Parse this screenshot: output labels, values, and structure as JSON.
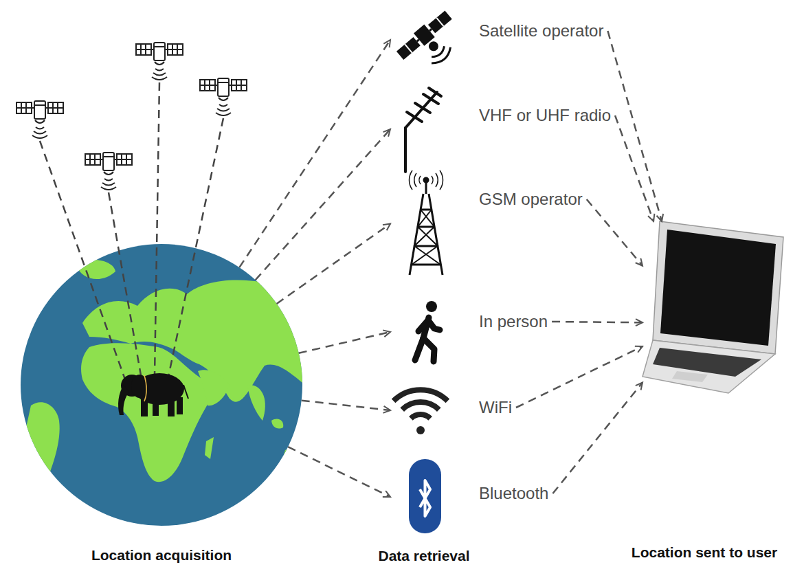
{
  "diagram": {
    "nodes": [
      {
        "text": [
          "Location acquisition"
        ]
      },
      {
        "text": [
          "Satellite operator"
        ]
      },
      {
        "text": [
          "VHF or UHF radio"
        ]
      },
      {
        "text": [
          "GSM operator"
        ]
      },
      {
        "text": [
          "In person"
        ]
      },
      {
        "text": [
          "WiFi"
        ]
      },
      {
        "text": [
          "Bluetooth"
        ]
      },
      {
        "text": [
          "Location sent to user"
        ]
      }
    ],
    "edges": [
      {
        "from": 0,
        "to": 1,
        "arrow": "to"
      },
      {
        "from": 0,
        "to": 2,
        "arrow": "to"
      },
      {
        "from": 0,
        "to": 3,
        "arrow": "to"
      },
      {
        "from": 0,
        "to": 4,
        "arrow": "to"
      },
      {
        "from": 0,
        "to": 5,
        "arrow": "to"
      },
      {
        "from": 0,
        "to": 6,
        "arrow": "to"
      },
      {
        "from": 1,
        "to": 7,
        "arrow": "to"
      },
      {
        "from": 2,
        "to": 7,
        "arrow": "to"
      },
      {
        "from": 3,
        "to": 7,
        "arrow": "to"
      },
      {
        "from": 4,
        "to": 7,
        "arrow": "to"
      },
      {
        "from": 5,
        "to": 7,
        "arrow": "to"
      },
      {
        "from": 6,
        "to": 7,
        "arrow": "to"
      }
    ],
    "labels": [
      "Data retrieval"
    ]
  }
}
